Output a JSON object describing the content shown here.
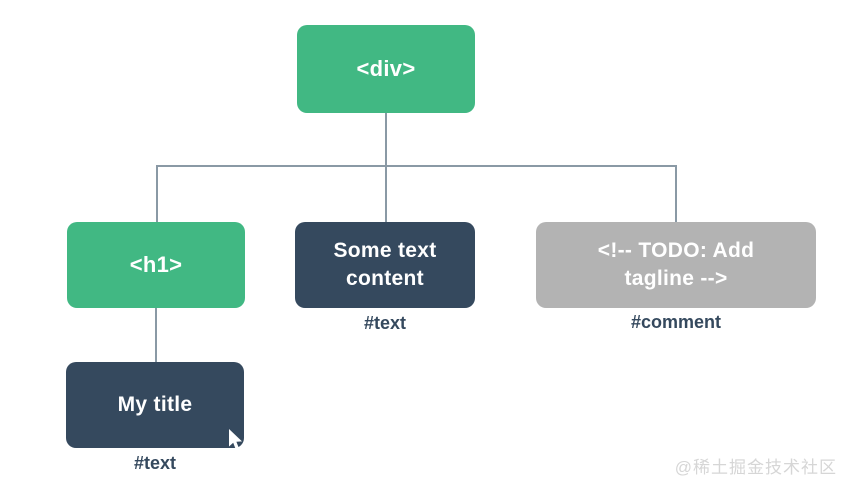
{
  "diagram": {
    "description": "DOM tree diagram",
    "nodes": {
      "root": {
        "label": "<div>",
        "kind": "element"
      },
      "h1": {
        "label": "<h1>",
        "kind": "element"
      },
      "text_content": {
        "label": "Some text content",
        "annotation": "#text",
        "kind": "text-node"
      },
      "comment": {
        "label": "<!-- TODO: Add tagline  -->",
        "annotation": "#comment",
        "kind": "comment-node"
      },
      "my_title": {
        "label": "My title",
        "annotation": "#text",
        "kind": "text-node"
      }
    },
    "colors": {
      "element_node": "#41b883",
      "text_node": "#35495e",
      "comment_node": "#b3b3b3",
      "connector_line": "#8a99a5",
      "annotation_text": "#35495e",
      "node_text": "#ffffff"
    }
  },
  "watermark": {
    "text": "@稀土掘金技术社区"
  }
}
